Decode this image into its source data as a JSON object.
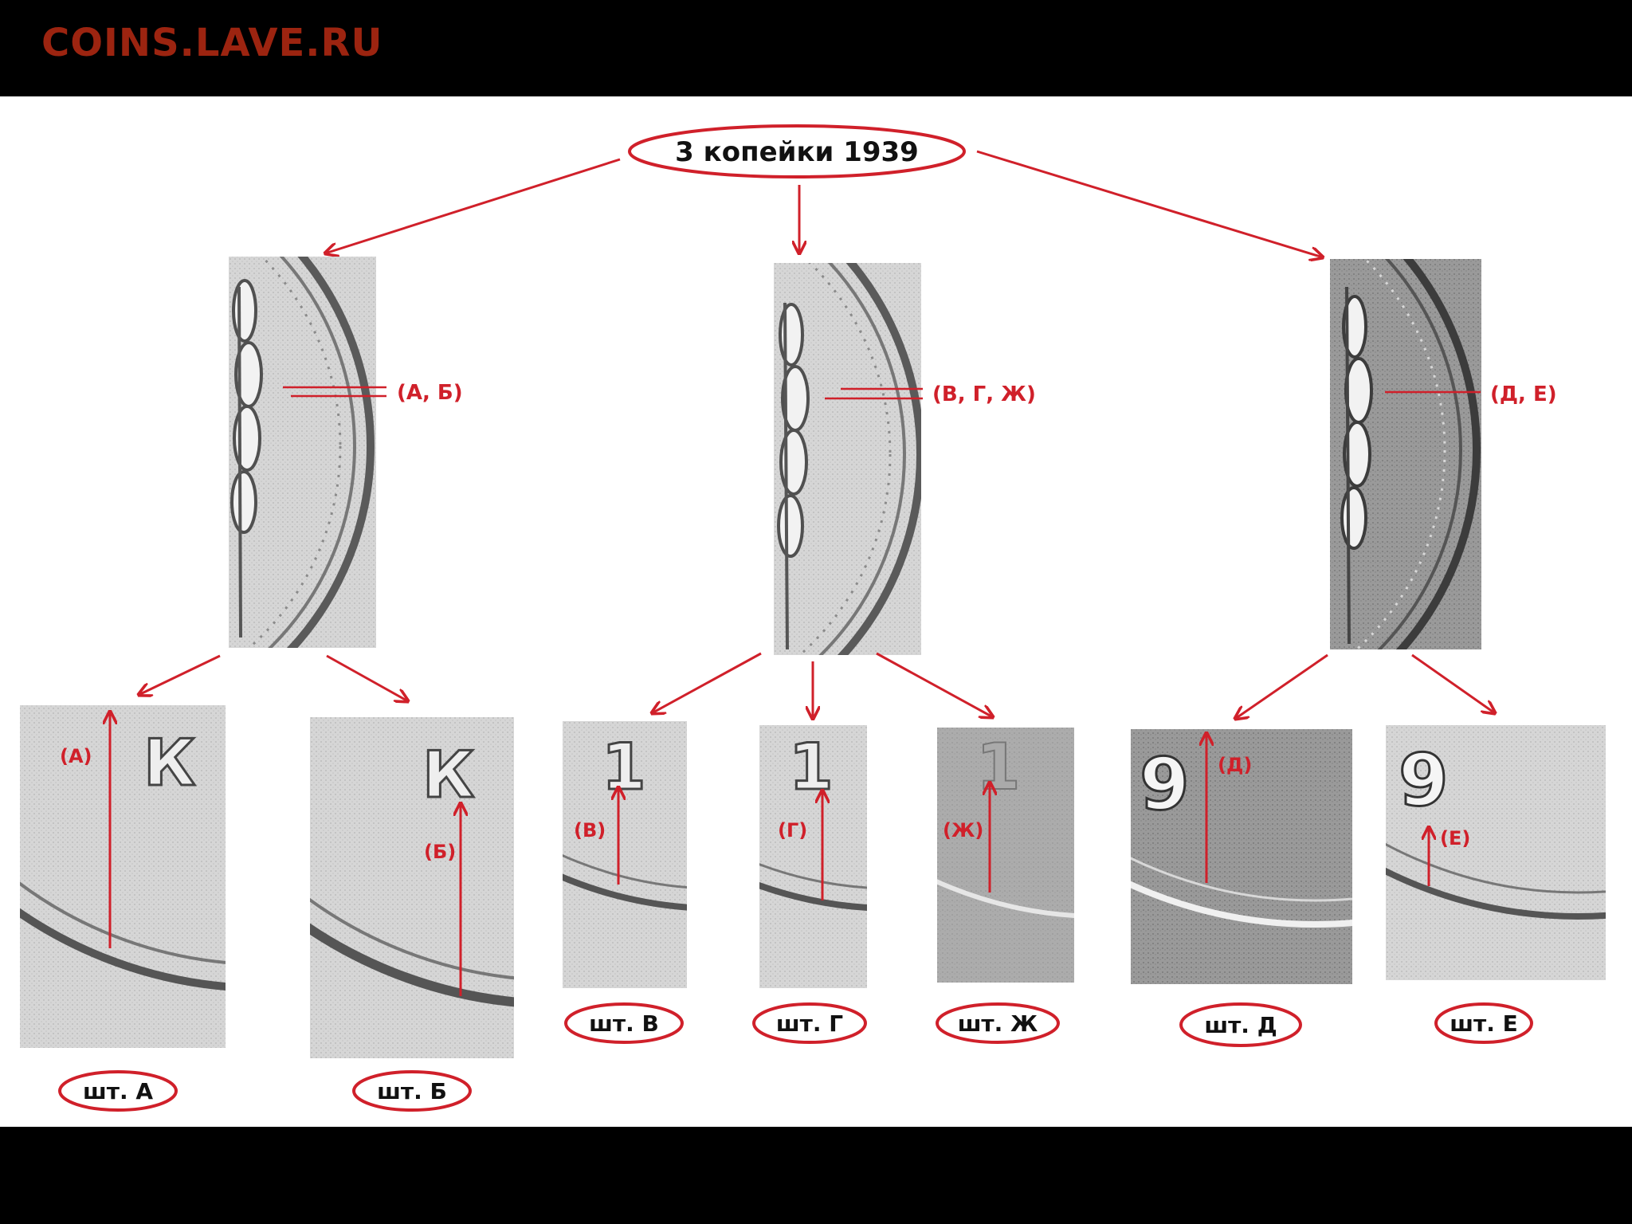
{
  "site": {
    "logo": "COINS.LAVE.RU"
  },
  "colors": {
    "accent": "#d0202a",
    "logo": "#9c2410",
    "coin_dark": "#5a5a5a",
    "coin_light": "#cfcfcf"
  },
  "root": {
    "label": "3 копейки 1939"
  },
  "groups": [
    {
      "label": "(А, Б)"
    },
    {
      "label": "(В, Г, Ж)"
    },
    {
      "label": "(Д, Е)"
    }
  ],
  "dies": [
    {
      "marker": "(А)",
      "label": "шт. А",
      "glyph": "К"
    },
    {
      "marker": "(Б)",
      "label": "шт. Б",
      "glyph": "К"
    },
    {
      "marker": "(В)",
      "label": "шт. В",
      "glyph": "1"
    },
    {
      "marker": "(Г)",
      "label": "шт. Г",
      "glyph": "1"
    },
    {
      "marker": "(Ж)",
      "label": "шт. Ж",
      "glyph": "1"
    },
    {
      "marker": "(Д)",
      "label": "шт. Д",
      "glyph": "9"
    },
    {
      "marker": "(Е)",
      "label": "шт. Е",
      "glyph": "9"
    }
  ]
}
